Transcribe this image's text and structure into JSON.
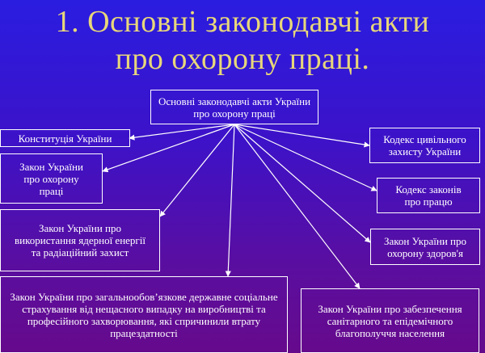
{
  "slide": {
    "title_line1": "1. Основні законодавчі акти",
    "title_line2": "про охорону праці."
  },
  "diagram": {
    "center": "Основні законодавчі акти України про охорону праці",
    "left": [
      "Конституція України",
      "Закон України про охорону праці",
      "Закон України про використання ядерної енергії та радіаційний захист",
      "Закон України про загальнообов’язкове державне соціальне страхування від нещасного випадку на виробництві та професійного захворювання, які спричинили втрату працездатності"
    ],
    "right": [
      "Кодекс цивільного захисту України",
      "Кодекс законів про працю",
      "Закон України про охорону здоров'я",
      "Закон України про забезпечення санітарного та епідемічного благополуччя населення"
    ]
  },
  "colors": {
    "title": "#e8d77a",
    "box_border": "#ffffff",
    "arrow": "#ffffff"
  }
}
